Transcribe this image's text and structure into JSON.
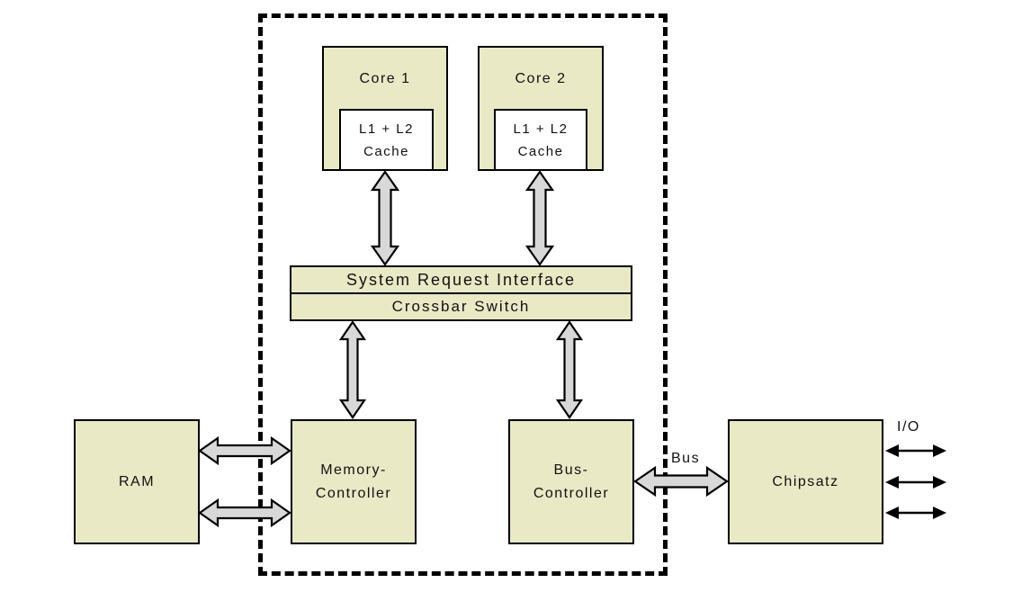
{
  "diagram": {
    "colors": {
      "block_fill": "#e9e9c6",
      "block_border": "#000000",
      "arrow_fill": "#d8d8d8",
      "arrow_stroke": "#000000",
      "text": "#111111",
      "background": "#ffffff"
    },
    "blocks": {
      "core1": {
        "label": "Core 1"
      },
      "core2": {
        "label": "Core 2"
      },
      "cache1": {
        "line1": "L1 + L2",
        "line2": "Cache"
      },
      "cache2": {
        "line1": "L1 + L2",
        "line2": "Cache"
      },
      "sri": {
        "label": "System Request Interface"
      },
      "crossbar": {
        "label": "Crossbar Switch"
      },
      "ram": {
        "label": "RAM"
      },
      "memory_controller": {
        "line1": "Memory-",
        "line2": "Controller"
      },
      "bus_controller": {
        "line1": "Bus-",
        "line2": "Controller"
      },
      "chipsatz": {
        "label": "Chipsatz"
      }
    },
    "labels": {
      "bus": "Bus",
      "io": "I/O"
    }
  }
}
